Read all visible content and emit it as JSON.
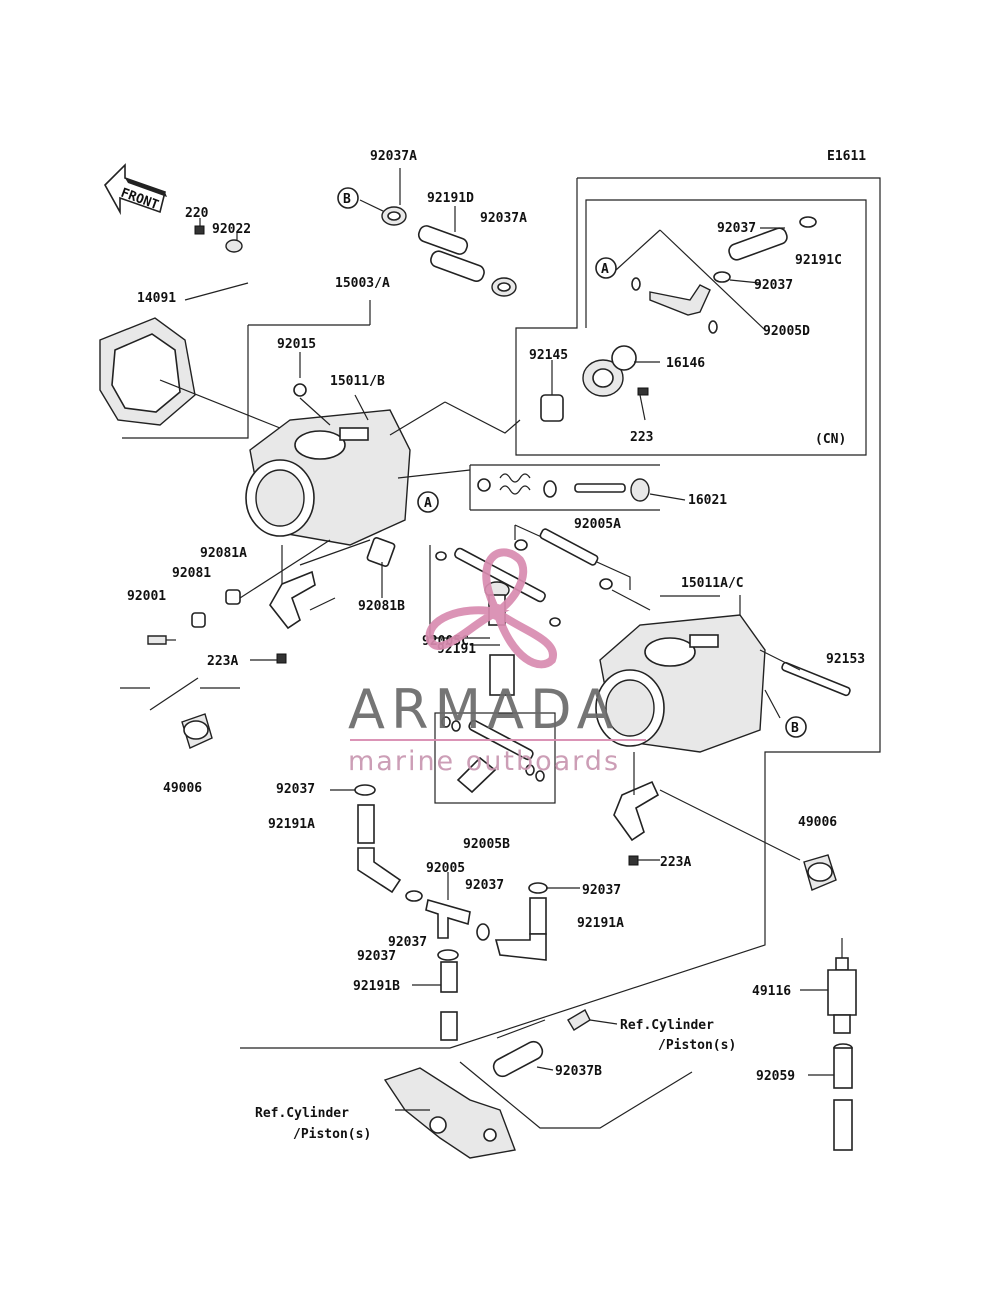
{
  "diagram": {
    "code": "E1611",
    "front_label": "FRONT",
    "variant_label": "(CN)",
    "parts": {
      "p92037A_top": "92037A",
      "p92191D": "92191D",
      "p92037A_2": "92037A",
      "p220": "220",
      "p92022": "92022",
      "p15003A": "15003/A",
      "p14091": "14091",
      "p92015": "92015",
      "p15011B": "15011/B",
      "p92145": "92145",
      "p16146": "16146",
      "p223": "223",
      "p92037_a": "92037",
      "p92191C": "92191C",
      "p92037_b": "92037",
      "p92005D": "92005D",
      "p16021": "16021",
      "p92005A": "92005A",
      "p92081A": "92081A",
      "p92081": "92081",
      "p92001": "92001",
      "p92081B": "92081B",
      "p92005C": "92005C",
      "p223A_1": "223A",
      "p92191": "92191",
      "p15011AC": "15011A/C",
      "p92153": "92153",
      "p49006_1": "49006",
      "p92037_c": "92037",
      "p92191A_1": "92191A",
      "p92005B": "92005B",
      "p92005": "92005",
      "p92037_d": "92037",
      "p92037_e": "92037",
      "p92191A_2": "92191A",
      "p92037_f": "92037",
      "p92037_g": "92037",
      "p92191B": "92191B",
      "p223A_2": "223A",
      "p49006_2": "49006",
      "p49116": "49116",
      "p92059": "92059",
      "p92037B": "92037B",
      "ref1_line1": "Ref.Cylinder",
      "ref1_line2": "/Piston(s)",
      "ref2_line1": "Ref.Cylinder",
      "ref2_line2": "/Piston(s)"
    },
    "callouts": {
      "A": "A",
      "B": "B"
    }
  },
  "watermark": {
    "brand": "ARMADA",
    "tagline": "marine outboards",
    "accent_color": "#d98cb0"
  }
}
